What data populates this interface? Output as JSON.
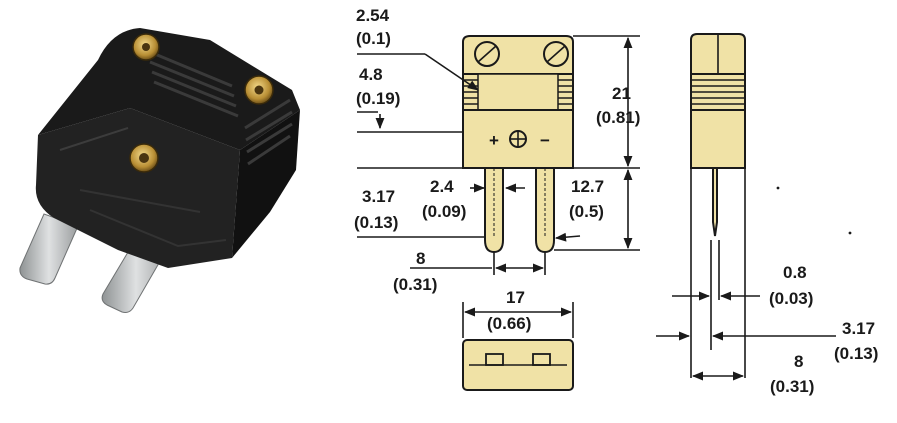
{
  "colors": {
    "part_fill": "#f0e2a6",
    "outline": "#1a1a1a",
    "connector_body": "#1c1c1c",
    "pin_metal": "#b9bcbd",
    "screw_brass": "#c9a24a"
  },
  "photo": {
    "description_icon": "connector-photo-icon"
  },
  "dimensions": {
    "d254": {
      "mm": "2.54",
      "in": "(0.1)"
    },
    "d48": {
      "mm": "4.8",
      "in": "(0.19)"
    },
    "d21": {
      "mm": "21",
      "in": "(0.81)"
    },
    "d317a": {
      "mm": "3.17",
      "in": "(0.13)"
    },
    "d24": {
      "mm": "2.4",
      "in": "(0.09)"
    },
    "d127": {
      "mm": "12.7",
      "in": "(0.5)"
    },
    "d8a": {
      "mm": "8",
      "in": "(0.31)"
    },
    "d17": {
      "mm": "17",
      "in": "(0.66)"
    },
    "d08": {
      "mm": "0.8",
      "in": "(0.03)"
    },
    "d317b": {
      "mm": "3.17",
      "in": "(0.13)"
    },
    "d8b": {
      "mm": "8",
      "in": "(0.31)"
    }
  },
  "front_face_symbols": {
    "plus": "+",
    "minus": "−"
  }
}
